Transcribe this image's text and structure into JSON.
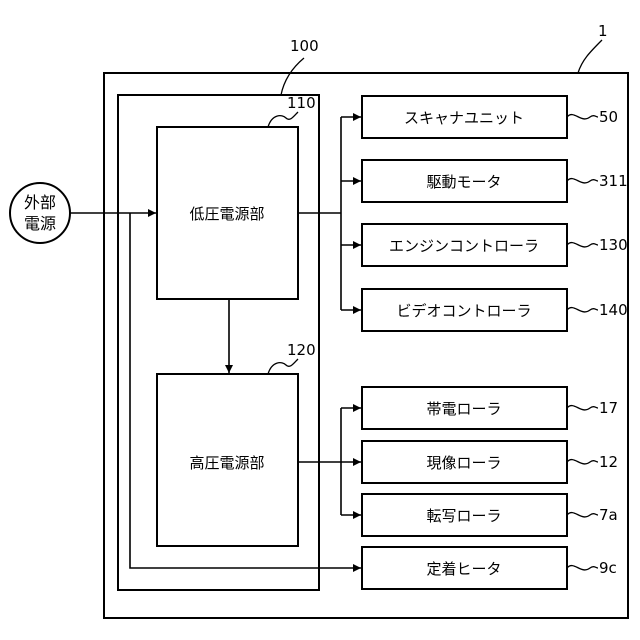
{
  "diagram": {
    "labels": {
      "device": "1",
      "power_unit": "100",
      "lv_ref": "110",
      "hv_ref": "120"
    },
    "external_power": {
      "line1": "外部",
      "line2": "電源"
    },
    "low_voltage": {
      "label": "低圧電源部"
    },
    "high_voltage": {
      "label": "高圧電源部"
    },
    "components": [
      {
        "label": "スキャナユニット",
        "ref": "50"
      },
      {
        "label": "駆動モータ",
        "ref": "311"
      },
      {
        "label": "エンジンコントローラ",
        "ref": "130"
      },
      {
        "label": "ビデオコントローラ",
        "ref": "140"
      },
      {
        "label": "帯電ローラ",
        "ref": "17"
      },
      {
        "label": "現像ローラ",
        "ref": "12"
      },
      {
        "label": "転写ローラ",
        "ref": "7a"
      },
      {
        "label": "定着ヒータ",
        "ref": "9c"
      }
    ]
  }
}
